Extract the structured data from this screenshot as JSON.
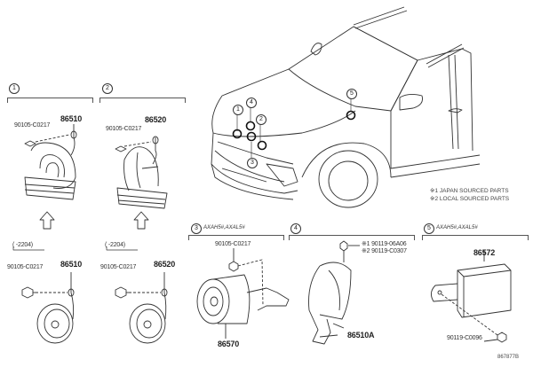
{
  "figure_id": "867877B",
  "legend": [
    {
      "marker": "※1",
      "text": "JAPAN SOURCED PARTS"
    },
    {
      "marker": "※2",
      "text": "LOCAL SOURCED PARTS"
    }
  ],
  "vehicle_callouts": [
    "1",
    "2",
    "3",
    "4",
    "5"
  ],
  "sections": [
    {
      "id": "1",
      "header": "",
      "upper": {
        "bolt": "90105-C0217",
        "part": "86510"
      },
      "range_label": "( -2204)",
      "lower": {
        "bolt": "90105-C0217",
        "part": "86510"
      }
    },
    {
      "id": "2",
      "header": "",
      "upper": {
        "bolt": "90105-C0217",
        "part": "86520"
      },
      "range_label": "( -2204)",
      "lower": {
        "bolt": "90105-C0217",
        "part": "86520"
      }
    },
    {
      "id": "3",
      "header": "AXAH5#,AXAL5#",
      "bolt": "90105-C0217",
      "part": "86570"
    },
    {
      "id": "4",
      "header": "",
      "bolts": [
        {
          "marker": "※1",
          "number": "90119-06A06"
        },
        {
          "marker": "※2",
          "number": "90119-C0307"
        }
      ],
      "part": "86510A"
    },
    {
      "id": "5",
      "header": "AXAH5#,AXAL5#",
      "part": "86572",
      "bolt": "90119-C0096"
    }
  ]
}
